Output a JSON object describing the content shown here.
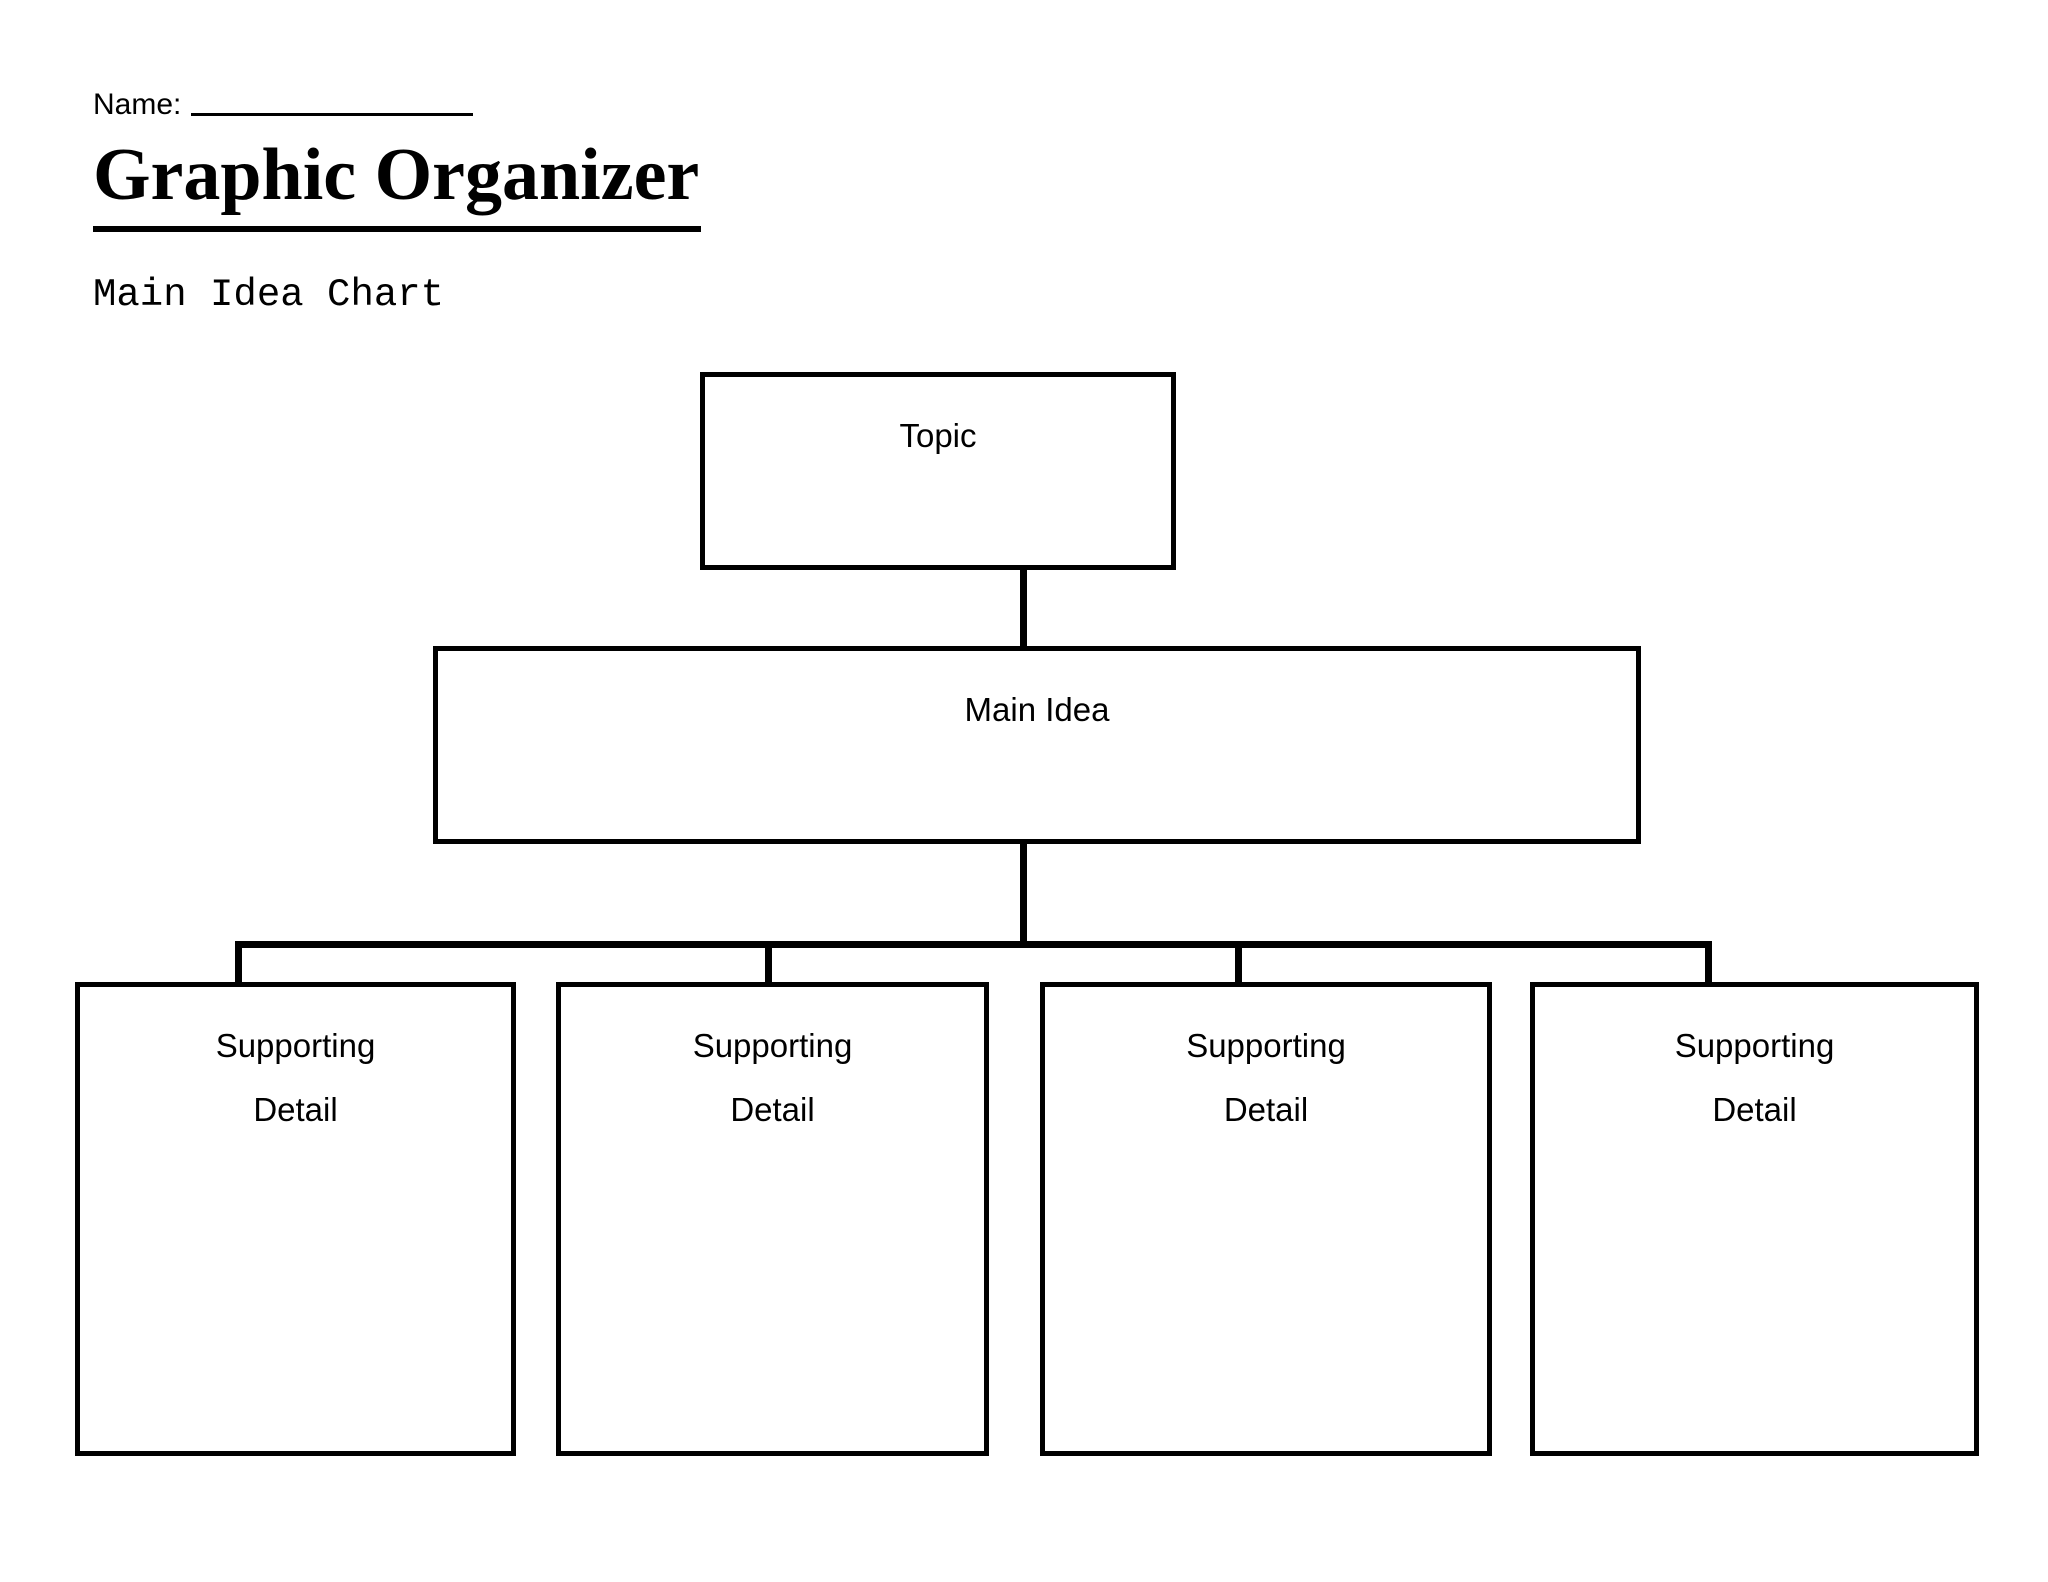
{
  "header": {
    "name_label": "Name:",
    "name_value": "",
    "title": "Graphic Organizer",
    "subtitle": "Main Idea Chart"
  },
  "chart_data": {
    "type": "diagram",
    "title": "Graphic Organizer",
    "subtitle": "Main Idea Chart",
    "orientation": "top-down-hierarchy",
    "levels": 3,
    "nodes": [
      {
        "id": "topic",
        "label": "Topic",
        "level": 0,
        "parent": null,
        "value": ""
      },
      {
        "id": "mainidea",
        "label": "Main Idea",
        "level": 1,
        "parent": "topic",
        "value": ""
      },
      {
        "id": "detail-1",
        "label_line1": "Supporting",
        "label_line2": "Detail",
        "level": 2,
        "parent": "mainidea",
        "value": ""
      },
      {
        "id": "detail-2",
        "label_line1": "Supporting",
        "label_line2": "Detail",
        "level": 2,
        "parent": "mainidea",
        "value": ""
      },
      {
        "id": "detail-3",
        "label_line1": "Supporting",
        "label_line2": "Detail",
        "level": 2,
        "parent": "mainidea",
        "value": ""
      },
      {
        "id": "detail-4",
        "label_line1": "Supporting",
        "label_line2": "Detail",
        "level": 2,
        "parent": "mainidea",
        "value": ""
      }
    ],
    "edges": [
      {
        "from": "topic",
        "to": "mainidea"
      },
      {
        "from": "mainidea",
        "to": "detail-1"
      },
      {
        "from": "mainidea",
        "to": "detail-2"
      },
      {
        "from": "mainidea",
        "to": "detail-3"
      },
      {
        "from": "mainidea",
        "to": "detail-4"
      }
    ],
    "colors": {
      "stroke": "#000000",
      "fill": "#ffffff",
      "text": "#000000"
    }
  },
  "diagram": {
    "topic": {
      "label": "Topic"
    },
    "main_idea": {
      "label": "Main Idea"
    },
    "details": [
      {
        "line1": "Supporting",
        "line2": "Detail"
      },
      {
        "line1": "Supporting",
        "line2": "Detail"
      },
      {
        "line1": "Supporting",
        "line2": "Detail"
      },
      {
        "line1": "Supporting",
        "line2": "Detail"
      }
    ]
  }
}
